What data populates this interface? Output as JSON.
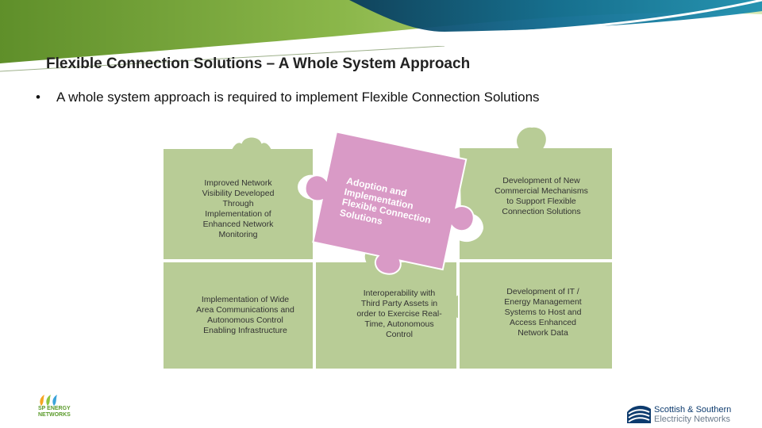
{
  "title": "Flexible Connection Solutions – A Whole System Approach",
  "bullet": "A whole system approach is required to implement Flexible Connection Solutions",
  "pieces": {
    "top_left": "Improved Network Visibility Developed Through Implementation of Enhanced Network Monitoring",
    "center_pink": "Adoption and Implementation Flexible Connection Solutions",
    "top_right": "Development of New Commercial Mechanisms to Support Flexible Connection Solutions",
    "bottom_left": "Implementation of Wide Area Communications and Autonomous Control Enabling Infrastructure",
    "bottom_center": "Interoperability with Third Party Assets in order to Exercise Real-Time, Autonomous Control",
    "bottom_right": "Development of IT / Energy Management Systems to Host and Access Enhanced Network Data"
  },
  "logos": {
    "left": "SP ENERGY NETWORKS",
    "right_line1": "Scottish & Southern",
    "right_line2": "Electricity Networks"
  },
  "colors": {
    "piece_green": "#b8cc96",
    "piece_border": "#ffffff",
    "pink": "#d99ac6",
    "banner_green": "#7aa63a",
    "banner_blue": "#0e6a8f"
  }
}
